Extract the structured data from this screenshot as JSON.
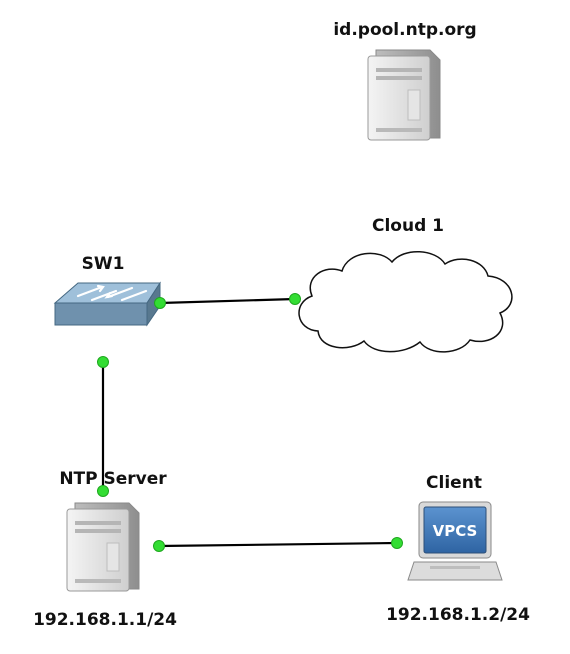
{
  "nodes": {
    "pool_server": {
      "label": "id.pool.ntp.org",
      "icon": "server-icon"
    },
    "cloud": {
      "label": "Cloud 1",
      "icon": "cloud-icon"
    },
    "switch": {
      "label": "SW1",
      "icon": "switch-icon"
    },
    "ntp_server": {
      "label": "NTP Server",
      "icon": "server-icon",
      "address": "192.168.1.1/24"
    },
    "client": {
      "label": "Client",
      "icon": "vpcs-terminal-icon",
      "screen_text": "VPCS",
      "address": "192.168.1.2/24"
    }
  },
  "links": [
    {
      "from": "SW1",
      "to": "Cloud 1"
    },
    {
      "from": "SW1",
      "to": "NTP Server"
    },
    {
      "from": "NTP Server",
      "to": "Client"
    }
  ],
  "colors": {
    "link_line": "#000000",
    "port_dot": "#33dd33",
    "switch_body": "#6f91ad",
    "vpcs_screen": "#3f78b8"
  }
}
